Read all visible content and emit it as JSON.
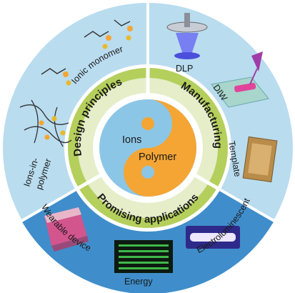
{
  "center": {
    "top_label": "Ions",
    "bottom_label": "Polymer"
  },
  "bands": {
    "design": "Design principles",
    "manufacturing": "Manufacturing",
    "applications": "Promising applications"
  },
  "outer": {
    "ionic_monomer": "Ionic monomer",
    "ions_in_polymer_line1": "Ions-in-",
    "ions_in_polymer_line2": "polymer",
    "dlp": "DLP",
    "diw": "DIW",
    "template": "Template",
    "wearable": "Wearable device",
    "energy": "Energy",
    "electroluminescent": "Electroluminescent"
  },
  "colors": {
    "outer_ring": "#b9dcef",
    "outer_ring_bottom": "#3f8ecb",
    "middle_ring": "#b5cf5c",
    "inner_ring": "#e5eec9",
    "yin_yellow": "#f4a534",
    "yin_blue": "#8cc6e6"
  }
}
